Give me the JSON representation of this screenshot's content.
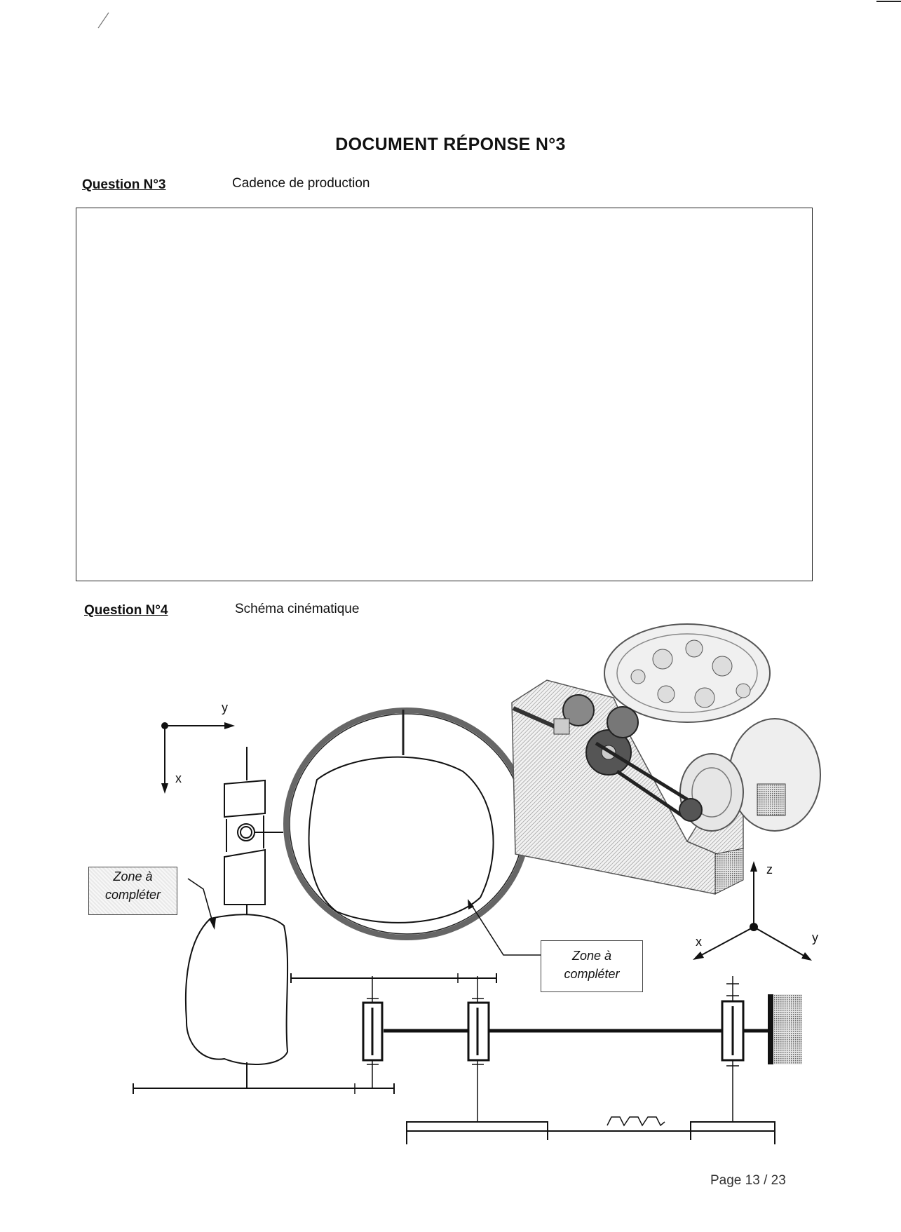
{
  "document": {
    "title": "DOCUMENT RÉPONSE N°3",
    "footer": "Page  13 / 23"
  },
  "questions": [
    {
      "label": "Question N°3",
      "text": "Cadence de production"
    },
    {
      "label": "Question N°4",
      "text": "Schéma cinématique"
    }
  ],
  "diagram": {
    "zone_label_left": [
      "Zone à",
      "compléter"
    ],
    "zone_label_right": [
      "Zone à",
      "compléter"
    ],
    "axes_2d": {
      "horizontal": "y",
      "vertical": "x"
    },
    "axes_3d": {
      "up": "z",
      "left": "x",
      "right": "y"
    }
  }
}
